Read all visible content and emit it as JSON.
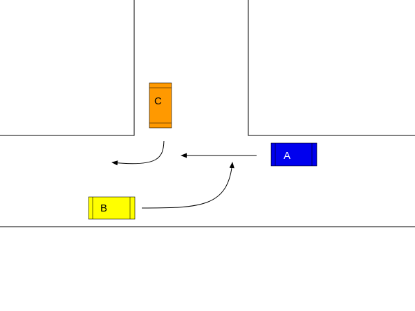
{
  "vehicles": {
    "a": {
      "label": "A",
      "color": "#0000ee",
      "label_color": "#ffffff"
    },
    "b": {
      "label": "B",
      "color": "#ffff00",
      "label_color": "#000000"
    },
    "c": {
      "label": "C",
      "color": "#ff9900",
      "label_color": "#000000"
    }
  },
  "colors": {
    "road_edge": "#000000",
    "arrow": "#000000",
    "background": "#ffffff"
  }
}
